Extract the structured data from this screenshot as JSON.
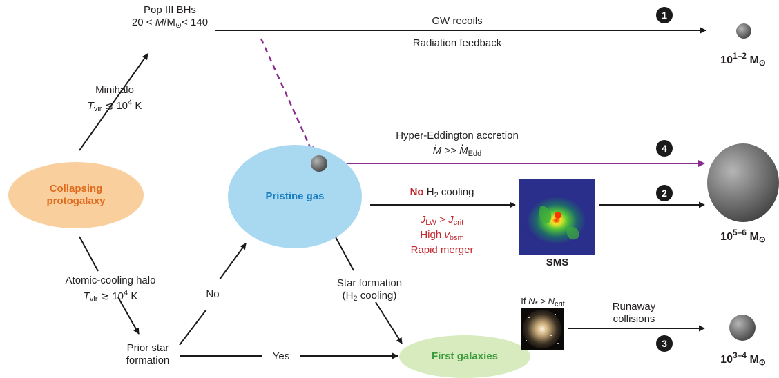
{
  "nodes": {
    "collapsing_protogalaxy": {
      "line1": "Collapsing",
      "line2": "protogalaxy",
      "color": "#f9cf9e",
      "text_color": "#e06a1b"
    },
    "pristine_gas": {
      "label": "Pristine gas",
      "color": "#a9d8f1",
      "text_color": "#1a7fc1"
    },
    "first_galaxies": {
      "label": "First galaxies",
      "color": "#d7ebbf",
      "text_color": "#3b9a3a"
    },
    "pop3_bhs": {
      "line1": "Pop III BHs",
      "line2_pre": "20 < ",
      "line2_M": "M",
      "line2_mid": "/M",
      "line2_sun": "⊙",
      "line2_post": "< 140"
    },
    "prior_star_formation": {
      "line1": "Prior star",
      "line2": "formation"
    },
    "sms": {
      "label": "SMS"
    }
  },
  "edge_labels": {
    "minihalo": {
      "line1": "Minihalo",
      "T": "T",
      "sub": "vir",
      "rel": " ≲ 10",
      "exp": "4",
      "unit": " K"
    },
    "atomic_cooling": {
      "line1": "Atomic-cooling halo",
      "T": "T",
      "sub": "vir",
      "rel": " ≳ 10",
      "exp": "4",
      "unit": " K"
    },
    "gw_recoils": "GW recoils",
    "radiation_feedback": "Radiation feedback",
    "hyper_eddington": "Hyper-Eddington accretion",
    "mdot_M": "M",
    "mdot_rel": " >> ",
    "mdot_edd": "Edd",
    "no_h2_bold": "No",
    "no_h2_rest": " H",
    "no_h2_sub": "2",
    "no_h2_tail": " cooling",
    "j_lw": "J",
    "j_lw_sub": "LW",
    "j_rel": " > ",
    "j_crit": "J",
    "j_crit_sub": "crit",
    "high_v": "High ",
    "high_v_sym": "v",
    "high_v_sub": "bsm",
    "rapid_merger": "Rapid merger",
    "star_formation": "Star formation",
    "h2_cooling_pre": "(H",
    "h2_cooling_sub": "2",
    "h2_cooling_post": " cooling)",
    "no": "No",
    "yes": "Yes",
    "if_n_pre": "If ",
    "if_n_N": "N",
    "if_n_star": "*",
    "if_n_rel": " > ",
    "if_n_N2": "N",
    "if_n_crit": "crit",
    "runaway": "Runaway",
    "collisions": "collisions"
  },
  "outcomes": [
    {
      "badge": "1",
      "mass_base": "10",
      "mass_exp": "1–2",
      "mass_unit": "M",
      "mass_sun": "⊙"
    },
    {
      "badge": "4"
    },
    {
      "badge": "2",
      "mass_base": "10",
      "mass_exp": "5–6",
      "mass_unit": "M",
      "mass_sun": "⊙"
    },
    {
      "badge": "3",
      "mass_base": "10",
      "mass_exp": "3–4",
      "mass_unit": "M",
      "mass_sun": "⊙"
    }
  ],
  "colors": {
    "accretion_arrow": "#8b2c8f",
    "line": "#1a1a1a",
    "red_text": "#c1272d"
  }
}
